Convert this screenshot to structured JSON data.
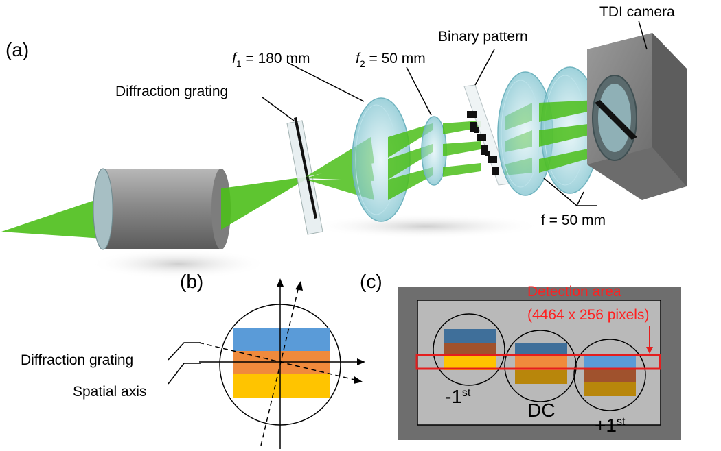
{
  "panel_a": {
    "letter": "(a)",
    "labels": {
      "diffraction_grating": "Diffraction grating",
      "f1_var": "f",
      "f1_sub": "1",
      "f1_val": " = 180 mm",
      "f2_var": "f",
      "f2_sub": "2",
      "f2_val": " = 50 mm",
      "binary_pattern": "Binary pattern",
      "tdi_camera": "TDI camera",
      "f_lens": "f = 50 mm"
    }
  },
  "panel_b": {
    "letter": "(b)",
    "labels": {
      "diffraction_grating": "Diffraction grating",
      "spatial_axis": "Spatial axis"
    }
  },
  "panel_c": {
    "letter": "(c)",
    "detection_area": "Detection area",
    "detection_size": "(4464 x 256 pixels)",
    "orders": {
      "minus_first_base": "-1",
      "minus_first_sup": "st",
      "dc": "DC",
      "plus_first_base": "+1",
      "plus_first_sup": "st"
    }
  },
  "colors": {
    "beam_green": "#4cbf1a",
    "lens_cyan": "#9fd4de",
    "band_blue": "#5a9bd8",
    "band_orange": "#f08a3c",
    "band_yellow": "#ffc400",
    "detection_red": "#e41e1e",
    "camera_gray": "#8c8c8c"
  }
}
